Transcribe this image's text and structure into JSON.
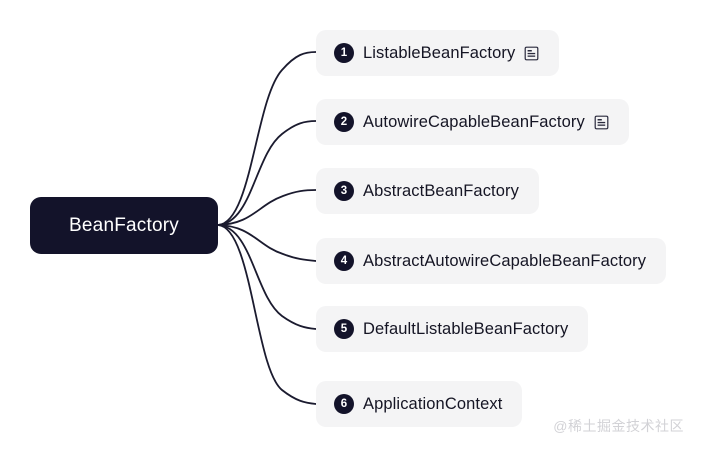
{
  "diagram": {
    "type": "mind-map",
    "background_color": "#ffffff",
    "root": {
      "label": "BeanFactory",
      "fill_color": "#13132a",
      "text_color": "#ffffff"
    },
    "branch_style": {
      "fill_color": "#f4f4f5",
      "text_color": "#151524",
      "badge_color": "#13132a",
      "connector_color": "#1b1b2f"
    },
    "branches": [
      {
        "number": "1",
        "label": "ListableBeanFactory",
        "note_icon": "note-icon"
      },
      {
        "number": "2",
        "label": "AutowireCapableBeanFactory",
        "note_icon": "note-icon"
      },
      {
        "number": "3",
        "label": "AbstractBeanFactory",
        "note_icon": null
      },
      {
        "number": "4",
        "label": "AbstractAutowireCapableBeanFactory",
        "note_icon": null
      },
      {
        "number": "5",
        "label": "DefaultListableBeanFactory",
        "note_icon": null
      },
      {
        "number": "6",
        "label": "ApplicationContext",
        "note_icon": null
      }
    ]
  },
  "watermark": {
    "text": "@稀土掘金技术社区"
  }
}
